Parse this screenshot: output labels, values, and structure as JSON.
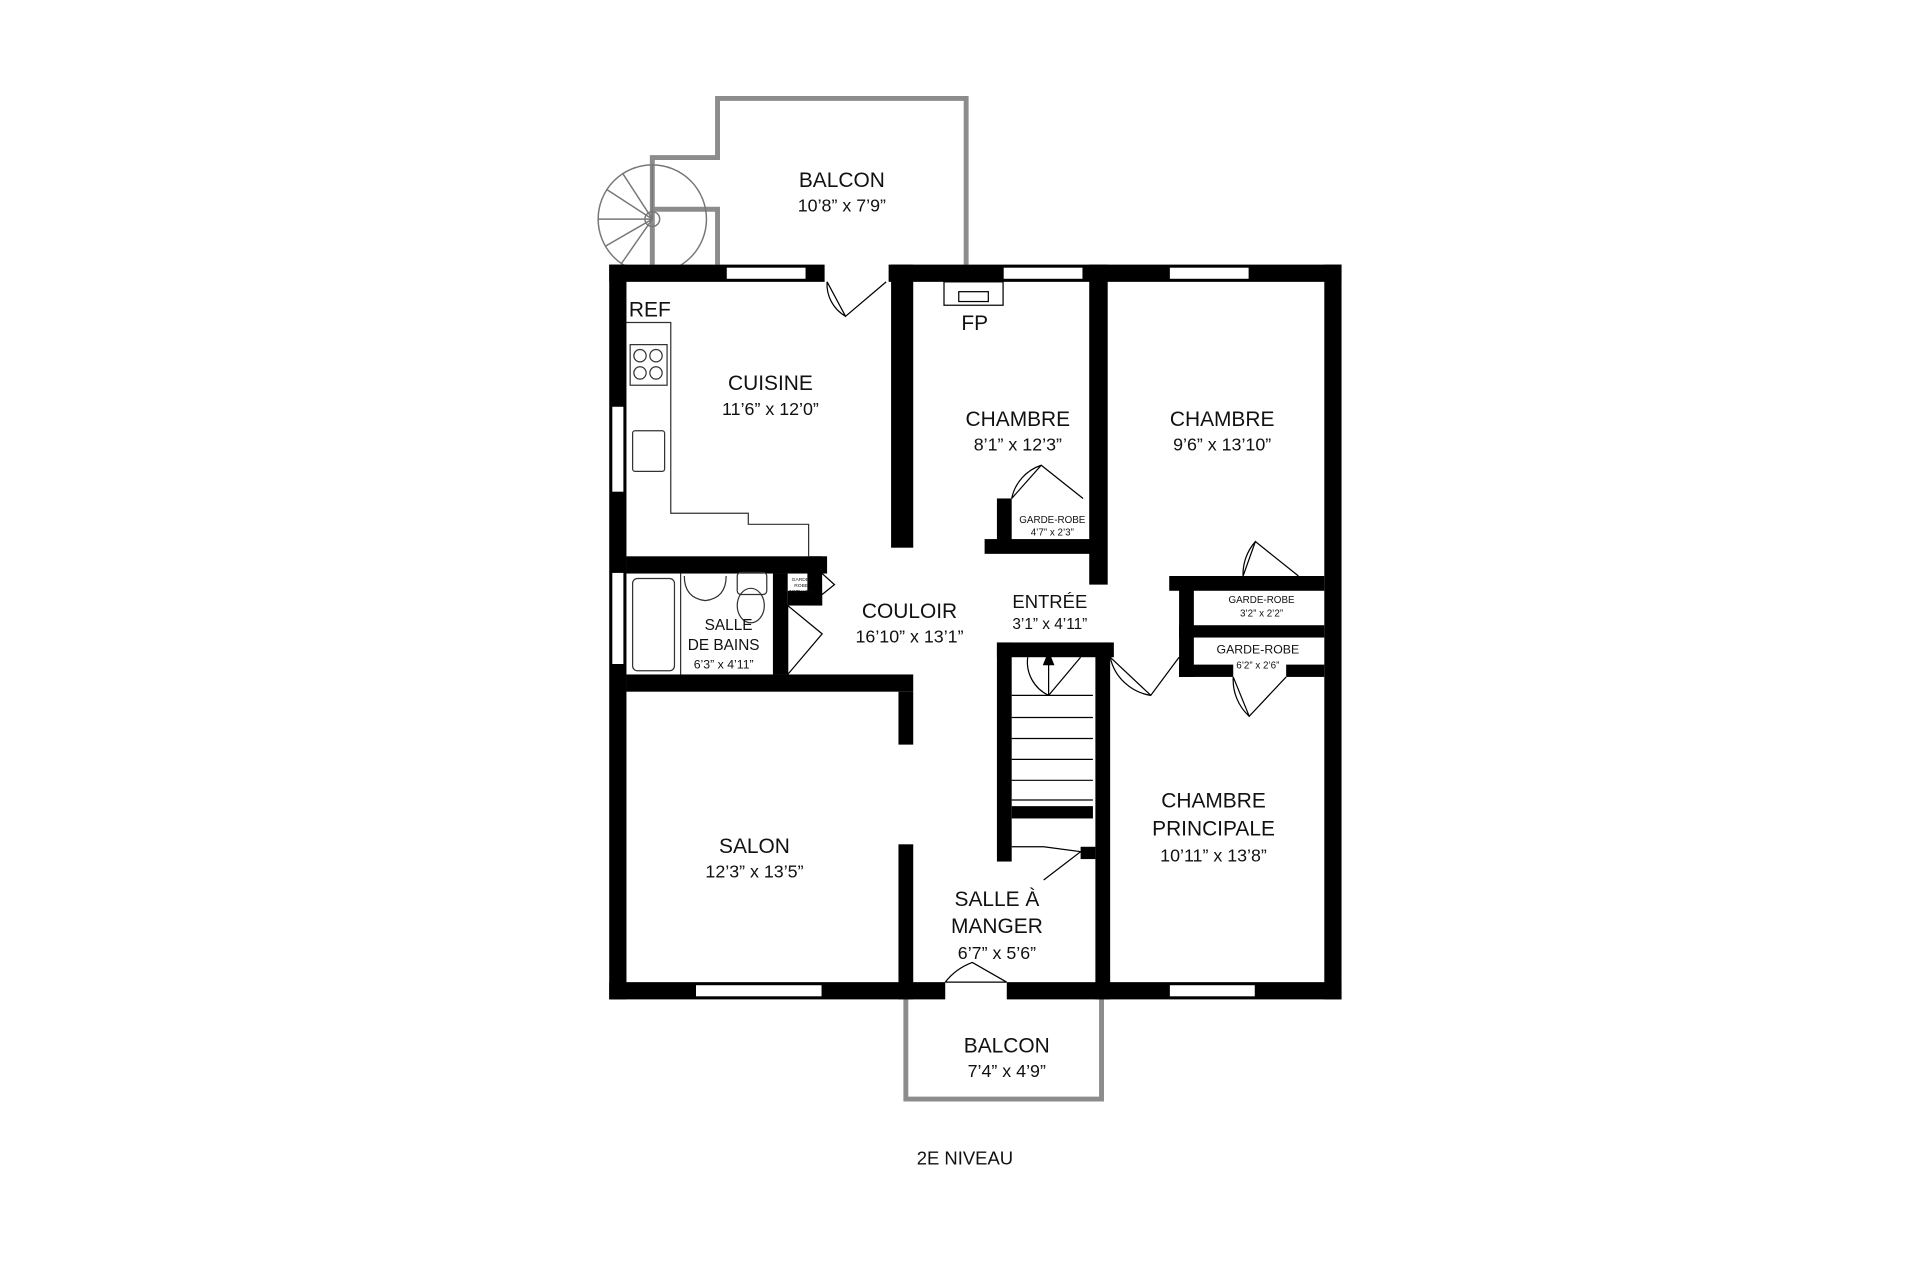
{
  "colors": {
    "wall": "#000000",
    "balcony_outline": "#8c8c8c",
    "background": "#ffffff"
  },
  "level_label": "2E NIVEAU",
  "fixtures": {
    "refrigerator": "REF",
    "fireplace": "FP"
  },
  "rooms": {
    "balcon_top": {
      "name": "BALCON",
      "dims": "10’8” x 7’9”"
    },
    "cuisine": {
      "name": "CUISINE",
      "dims": "11’6” x 12’0”"
    },
    "chambre1": {
      "name": "CHAMBRE",
      "dims": "8’1” x 12’3”"
    },
    "chambre2": {
      "name": "CHAMBRE",
      "dims": "9’6” x 13’10”"
    },
    "garde_robe1": {
      "name": "GARDE-ROBE",
      "dims": "4’7” x 2’3”"
    },
    "garde_robe2": {
      "name": "GARDE-ROBE",
      "dims": "3’2” x 2’2”"
    },
    "garde_robe3": {
      "name": "GARDE-ROBE",
      "dims": "6’2” x 2’6”"
    },
    "garde_robe4": {
      "name1": "GARDE-",
      "name2": "ROBE",
      "dims": "1’10” x 2’0”"
    },
    "salle_de_bains": {
      "name1": "SALLE",
      "name2": "DE BAINS",
      "dims": "6’3” x 4’11”"
    },
    "couloir": {
      "name": "COULOIR",
      "dims": "16’10” x 13’1”"
    },
    "entree": {
      "name": "ENTRÉE",
      "dims": "3’1” x 4’11”"
    },
    "salon": {
      "name": "SALON",
      "dims": "12’3” x 13’5”"
    },
    "salle_a_manger": {
      "name1": "SALLE À",
      "name2": "MANGER",
      "dims": "6’7” x 5’6”"
    },
    "chambre_principale": {
      "name1": "CHAMBRE",
      "name2": "PRINCIPALE",
      "dims": "10’11” x 13’8”"
    },
    "balcon_bottom": {
      "name": "BALCON",
      "dims": "7’4” x 4’9”"
    }
  }
}
